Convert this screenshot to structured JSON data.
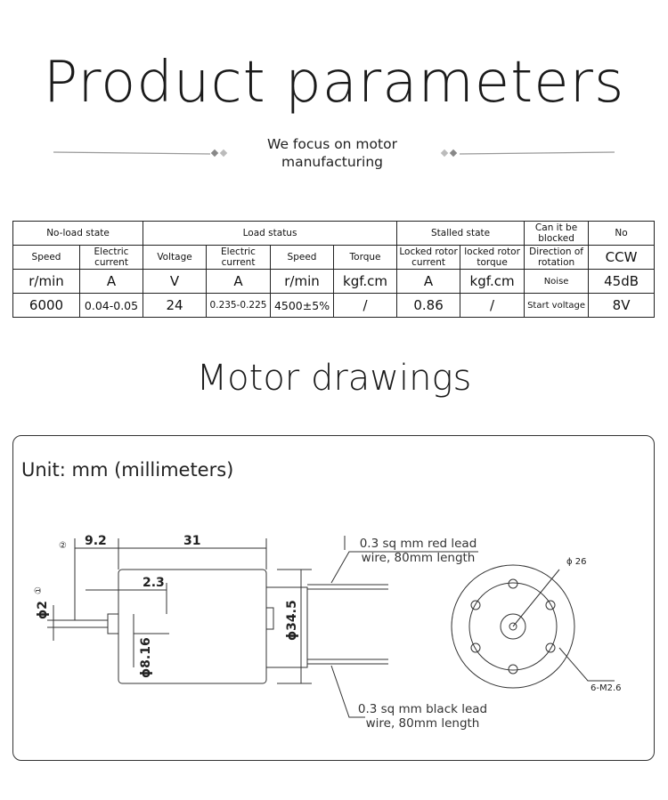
{
  "header": {
    "title": "Product parameters",
    "subtitle": "We focus on motor manufacturing"
  },
  "table": {
    "groups": [
      "No-load state",
      "Load status",
      "Stalled state",
      "Can it be blocked",
      "No"
    ],
    "headers": [
      "Speed",
      "Electric current",
      "Voltage",
      "Electric current",
      "Speed",
      "Torque",
      "Locked rotor current",
      "locked rotor torque",
      "Direction of rotation",
      "CCW"
    ],
    "units": [
      "r/min",
      "A",
      "V",
      "A",
      "r/min",
      "kgf.cm",
      "A",
      "kgf.cm",
      "Noise",
      "45dB"
    ],
    "values": [
      "6000",
      "0.04-0.05",
      "24",
      "0.235-0.225",
      "4500±5%",
      "/",
      "0.86",
      "/",
      "Start voltage",
      "8V"
    ]
  },
  "drawings": {
    "title": "Motor drawings",
    "unit": "Unit: mm (millimeters)",
    "red_lead": "0.3 sq mm red lead wire, 80mm length",
    "black_lead": "0.3 sq mm black lead wire, 80mm length",
    "dims": {
      "d92": "9.2",
      "d31": "31",
      "d23": "2.3",
      "phi2": "ϕ2",
      "phi816": "ϕ8.16",
      "phi345": "ϕ34.5",
      "phi26": "ϕ 26",
      "holes": "6-M2.6",
      "mark1": "①",
      "mark2": "②"
    }
  }
}
